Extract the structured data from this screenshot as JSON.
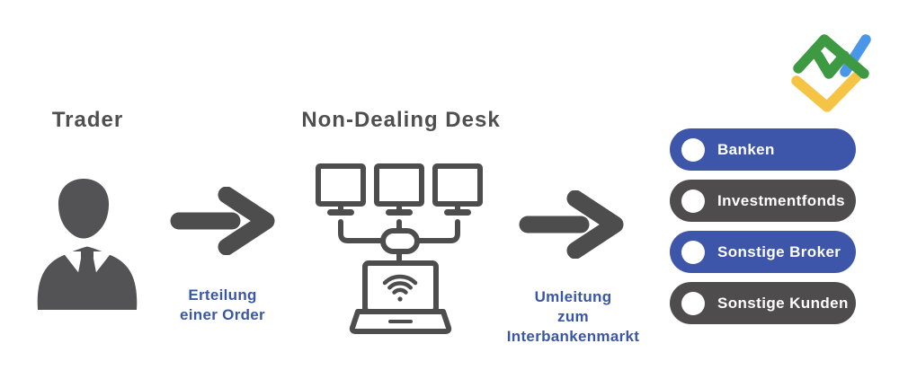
{
  "colors": {
    "background": "#ffffff",
    "heading_gray": "#4f4f4f",
    "icon_gray": "#4d4d4d",
    "caption_blue": "#3a56a6",
    "pill_blue": "#3d56a9",
    "pill_gray": "#4e4c4c",
    "pill_text": "#ffffff",
    "logo_green": "#3e9a42",
    "logo_blue": "#4a96e8",
    "logo_yellow": "#f6c445"
  },
  "diagram": {
    "trader": {
      "title": "Trader",
      "icon": "businessman-icon"
    },
    "desk": {
      "title": "Non-Dealing Desk",
      "icon": "computer-network-icon"
    },
    "flow1": {
      "icon": "arrow-right-icon",
      "lines": [
        "Erteilung",
        "einer Order"
      ]
    },
    "flow2": {
      "icon": "arrow-right-icon",
      "lines": [
        "Umleitung",
        "zum",
        "Interbankenmarkt"
      ]
    },
    "destinations": [
      {
        "label": "Banken",
        "color": "#3d56a9",
        "marker": "circle-bullet"
      },
      {
        "label": "Investmentfonds",
        "color": "#4e4c4c",
        "marker": "circle-bullet"
      },
      {
        "label": "Sonstige Broker",
        "color": "#3d56a9",
        "marker": "circle-bullet"
      },
      {
        "label": "Sonstige Kunden",
        "color": "#4e4c4c",
        "marker": "circle-bullet"
      }
    ]
  },
  "logo": {
    "icon": "litefinance-logo-icon"
  }
}
